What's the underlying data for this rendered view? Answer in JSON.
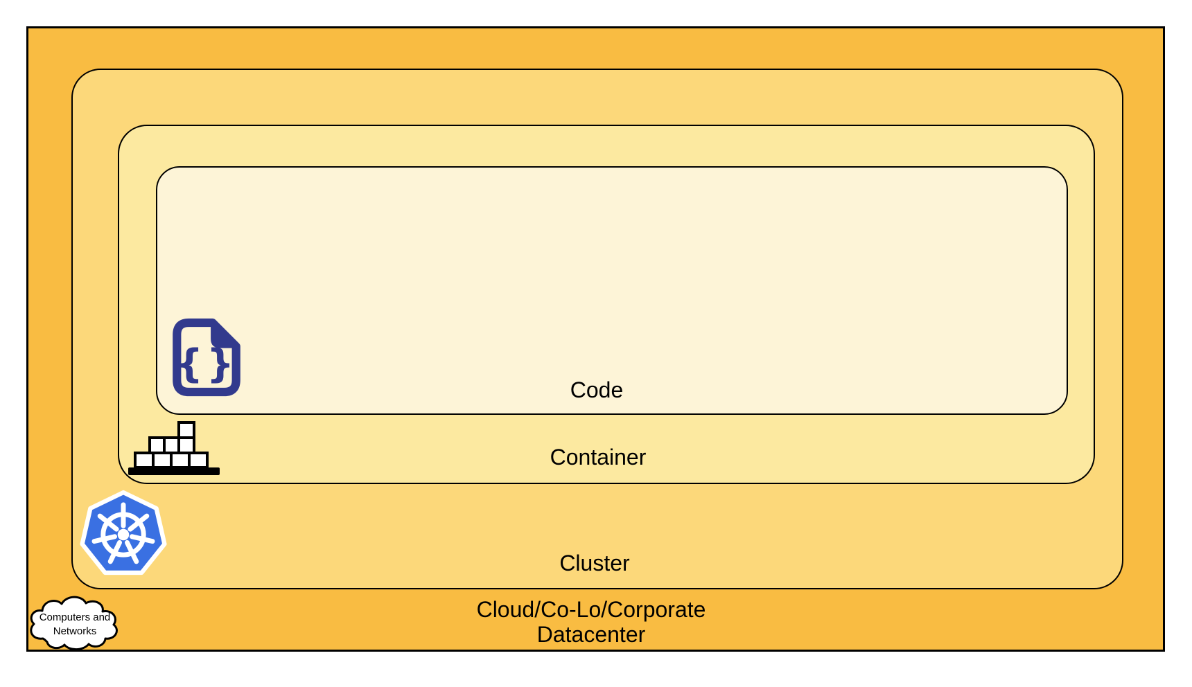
{
  "layers": {
    "datacenter": {
      "label_line1": "Cloud/Co-Lo/Corporate",
      "label_line2": "Datacenter",
      "fill": "#F9BC42",
      "border": "#000000"
    },
    "cluster": {
      "label": "Cluster",
      "fill": "#FCD87A",
      "border": "#000000"
    },
    "container": {
      "label": "Container",
      "fill": "#FCE9A0",
      "border": "#000000"
    },
    "code": {
      "label": "Code",
      "fill": "#FDF4D7",
      "border": "#000000"
    }
  },
  "icons": {
    "cloud": {
      "semantic": "computers-and-networks-cloud",
      "line1": "Computers and",
      "line2": "Networks",
      "fill": "#FFFFFF",
      "stroke": "#000000"
    },
    "kubernetes": {
      "semantic": "kubernetes-helm-wheel",
      "fill": "#3A70E2",
      "wheel_color": "#FFFFFF"
    },
    "container_blocks": {
      "semantic": "stacked-container-blocks",
      "block_fill": "#FFFFFF",
      "stroke": "#000000"
    },
    "code_file": {
      "semantic": "code-file-with-braces",
      "glyph": "{}",
      "color": "#323A8D"
    }
  }
}
